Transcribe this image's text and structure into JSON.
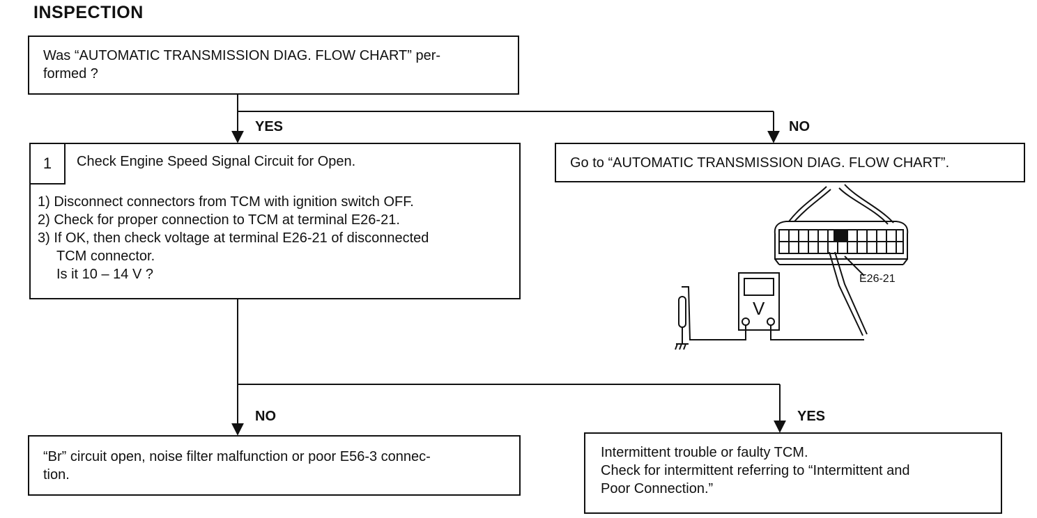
{
  "heading": "INSPECTION",
  "start_question": "Was “AUTOMATIC TRANSMISSION DIAG. FLOW CHART” per-formed ?",
  "start_question_line1": "Was “AUTOMATIC TRANSMISSION DIAG. FLOW CHART” per-",
  "start_question_line2": "formed ?",
  "branch1": {
    "yes_label": "YES",
    "no_label": "NO"
  },
  "goto_box": "Go to “AUTOMATIC TRANSMISSION DIAG. FLOW CHART”.",
  "step1": {
    "number": "1",
    "title": "Check Engine Speed Signal Circuit for Open.",
    "lines": [
      "1) Disconnect connectors from TCM with ignition switch OFF.",
      "2) Check for proper connection to TCM at terminal E26-21.",
      "3) If OK, then check voltage at terminal E26-21 of disconnected",
      "TCM connector.",
      "Is it 10 – 14 V ?"
    ]
  },
  "branch2": {
    "no_label": "NO",
    "yes_label": "YES"
  },
  "result_no": {
    "line1": "“Br” circuit open, noise filter malfunction or poor E56-3 connec-",
    "line2": "tion."
  },
  "result_yes": {
    "line1": "Intermittent trouble or faulty TCM.",
    "line2": "Check for intermittent referring to “Intermittent and",
    "line3": "Poor Connection.”"
  },
  "figure": {
    "terminal_label": "E26-21",
    "meter_symbol": "V"
  }
}
